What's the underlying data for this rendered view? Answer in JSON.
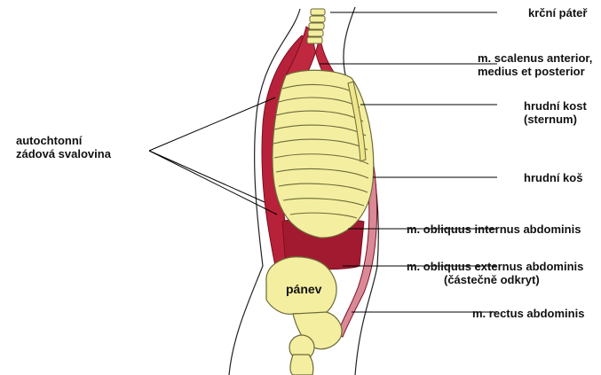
{
  "labels": {
    "cervical_spine": "krční páteř",
    "scalenus_line1": "m. scalenus anterior,",
    "scalenus_line2": "medius  et posterior",
    "sternum_line1": "hrudní kost",
    "sternum_line2": "(sternum)",
    "autochthonous_line1": "autochtonní",
    "autochthonous_line2": "zádová  svalovina",
    "thorax": "hrudní koš",
    "obliquus_internus": "m. obliquus  internus abdominis",
    "obliquus_externus_line1": "m. obliquus externus abdominis",
    "obliquus_externus_line2": "(částečně  odkryt)",
    "pelvis": "pánev",
    "rectus": "m. rectus abdominis"
  },
  "colors": {
    "bone": "#f4eea0",
    "bone_outline": "#6b6a3a",
    "muscle": "#b8213a",
    "muscle_dark": "#7a1020",
    "rectus": "#d98a96",
    "line": "#000000"
  }
}
